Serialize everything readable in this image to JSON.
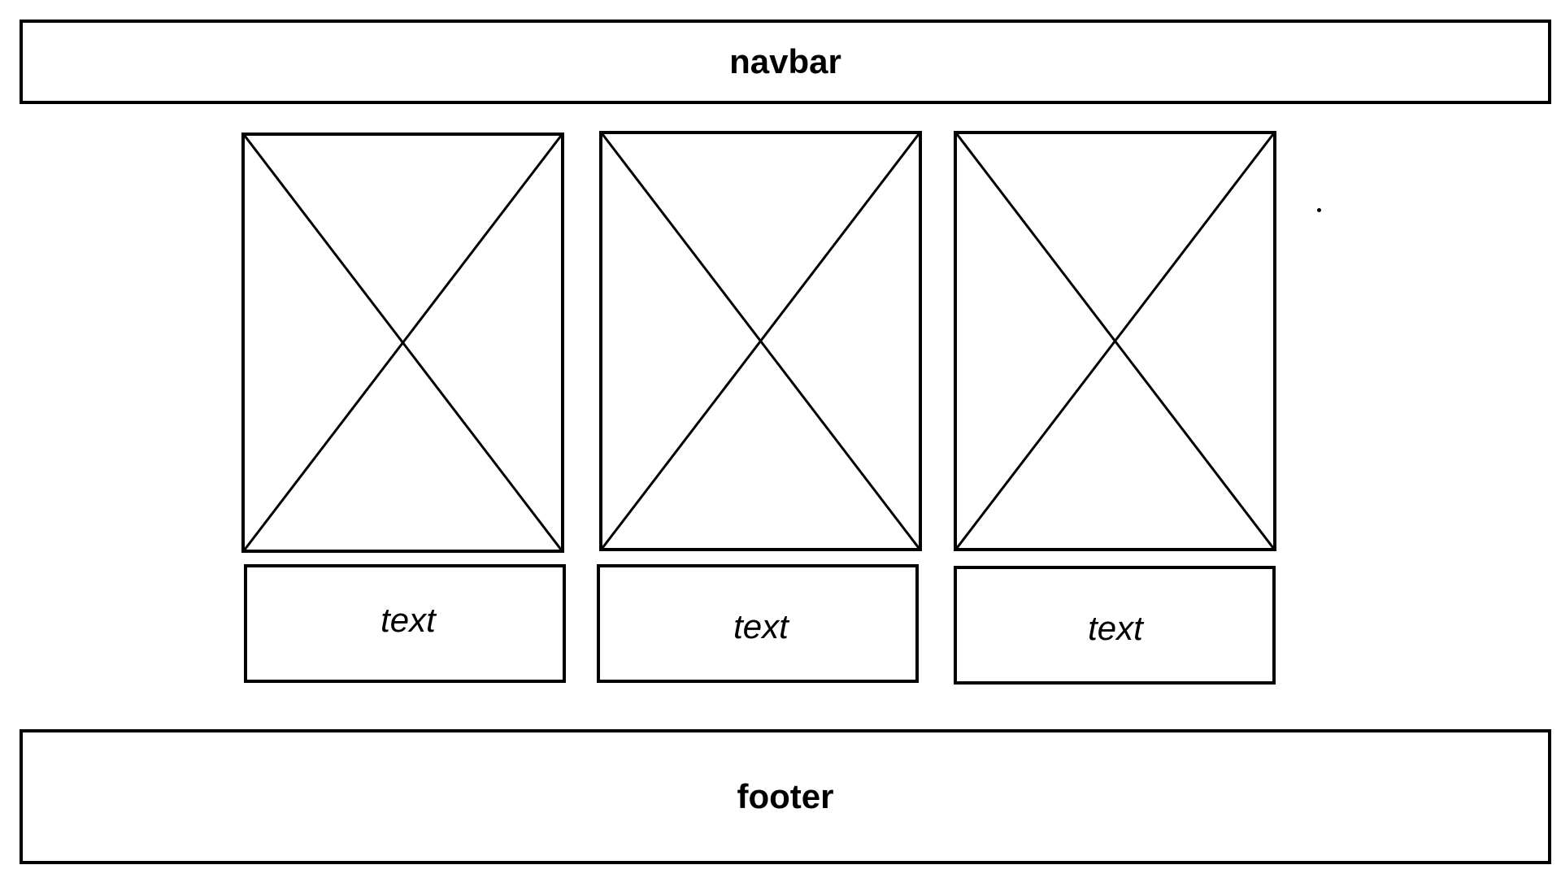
{
  "navbar": {
    "label": "navbar"
  },
  "cards": [
    {
      "image_icon": "image-placeholder-icon",
      "text": "text"
    },
    {
      "image_icon": "image-placeholder-icon",
      "text": "text"
    },
    {
      "image_icon": "image-placeholder-icon",
      "text": "text"
    }
  ],
  "footer": {
    "label": "footer"
  },
  "colors": {
    "line": "#000000",
    "background": "#ffffff"
  }
}
